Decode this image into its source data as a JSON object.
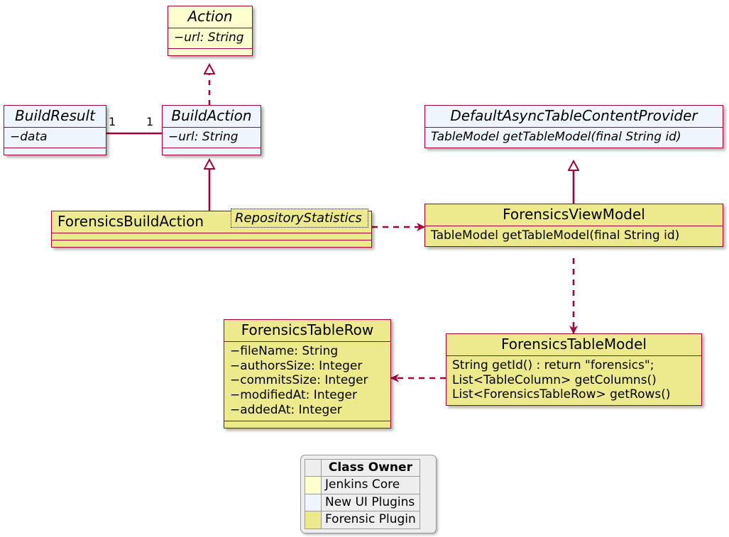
{
  "diagram": {
    "kind": "uml-class-diagram",
    "background": "#FFFFFF",
    "line_color": "#A80036",
    "colors": {
      "jenkins_core": "#FEFECE",
      "new_ui_plugins": "#EEF5FC",
      "forensic_plugin": "#EDE98D",
      "legend_bg": "#EEEEEE"
    }
  },
  "classes": {
    "action": {
      "name": "Action",
      "abstract": true,
      "owner": "Jenkins Core",
      "attributes": [
        "−url: String"
      ],
      "methods": []
    },
    "build_result": {
      "name": "BuildResult",
      "abstract": true,
      "owner": "New UI Plugins",
      "attributes": [
        "−data"
      ],
      "methods": []
    },
    "build_action": {
      "name": "BuildAction",
      "abstract": true,
      "owner": "New UI Plugins",
      "attributes": [
        "−url: String"
      ],
      "methods": []
    },
    "default_async_table_content_provider": {
      "name": "DefaultAsyncTableContentProvider",
      "abstract": true,
      "owner": "New UI Plugins",
      "attributes": [],
      "methods": [
        "TableModel getTableModel(final String id)"
      ]
    },
    "forensics_build_action": {
      "name": "ForensicsBuildAction",
      "abstract": false,
      "owner": "Forensic Plugin",
      "stereotype_note": "RepositoryStatistics",
      "attributes": [],
      "methods": []
    },
    "forensics_view_model": {
      "name": "ForensicsViewModel",
      "abstract": false,
      "owner": "Forensic Plugin",
      "attributes": [],
      "methods": [
        "TableModel getTableModel(final String id)"
      ]
    },
    "forensics_table_row": {
      "name": "ForensicsTableRow",
      "abstract": false,
      "owner": "Forensic Plugin",
      "attributes": [
        "−fileName: String",
        "−authorsSize: Integer",
        "−commitsSize: Integer",
        "−modifiedAt: Integer",
        "−addedAt: Integer"
      ],
      "methods": []
    },
    "forensics_table_model": {
      "name": "ForensicsTableModel",
      "abstract": false,
      "owner": "Forensic Plugin",
      "attributes": [],
      "methods": [
        "String getId() : return \"forensics\";",
        "List<TableColumn> getColumns()",
        "List<ForensicsTableRow> getRows()"
      ]
    }
  },
  "relations": [
    {
      "name": "build-action-implements-action",
      "from": "BuildAction",
      "to": "Action",
      "type": "realization",
      "style": "dashed",
      "head": "hollow-triangle"
    },
    {
      "name": "build-result-to-build-action",
      "from": "BuildResult",
      "to": "BuildAction",
      "type": "association",
      "style": "solid",
      "head": "none",
      "source_multiplicity": "1",
      "target_multiplicity": "1"
    },
    {
      "name": "forensics-build-action-extends-build-action",
      "from": "ForensicsBuildAction",
      "to": "BuildAction",
      "type": "generalization",
      "style": "solid",
      "head": "hollow-triangle"
    },
    {
      "name": "forensics-build-action-depends-forensics-view-model",
      "from": "ForensicsBuildAction",
      "to": "ForensicsViewModel",
      "type": "dependency",
      "style": "dashed",
      "head": "filled-arrow"
    },
    {
      "name": "forensics-view-model-extends-provider",
      "from": "ForensicsViewModel",
      "to": "DefaultAsyncTableContentProvider",
      "type": "generalization",
      "style": "solid",
      "head": "hollow-triangle"
    },
    {
      "name": "forensics-view-model-depends-table-model",
      "from": "ForensicsViewModel",
      "to": "ForensicsTableModel",
      "type": "dependency",
      "style": "dashed",
      "head": "filled-arrow"
    },
    {
      "name": "forensics-table-model-depends-table-row",
      "from": "ForensicsTableModel",
      "to": "ForensicsTableRow",
      "type": "dependency",
      "style": "dashed",
      "head": "filled-arrow"
    }
  ],
  "legend": {
    "header": "Class Owner",
    "rows": [
      {
        "label": "Jenkins Core",
        "color": "#FEFECE"
      },
      {
        "label": "New UI Plugins",
        "color": "#EEF5FC"
      },
      {
        "label": "Forensic Plugin",
        "color": "#EDE98D"
      }
    ]
  }
}
